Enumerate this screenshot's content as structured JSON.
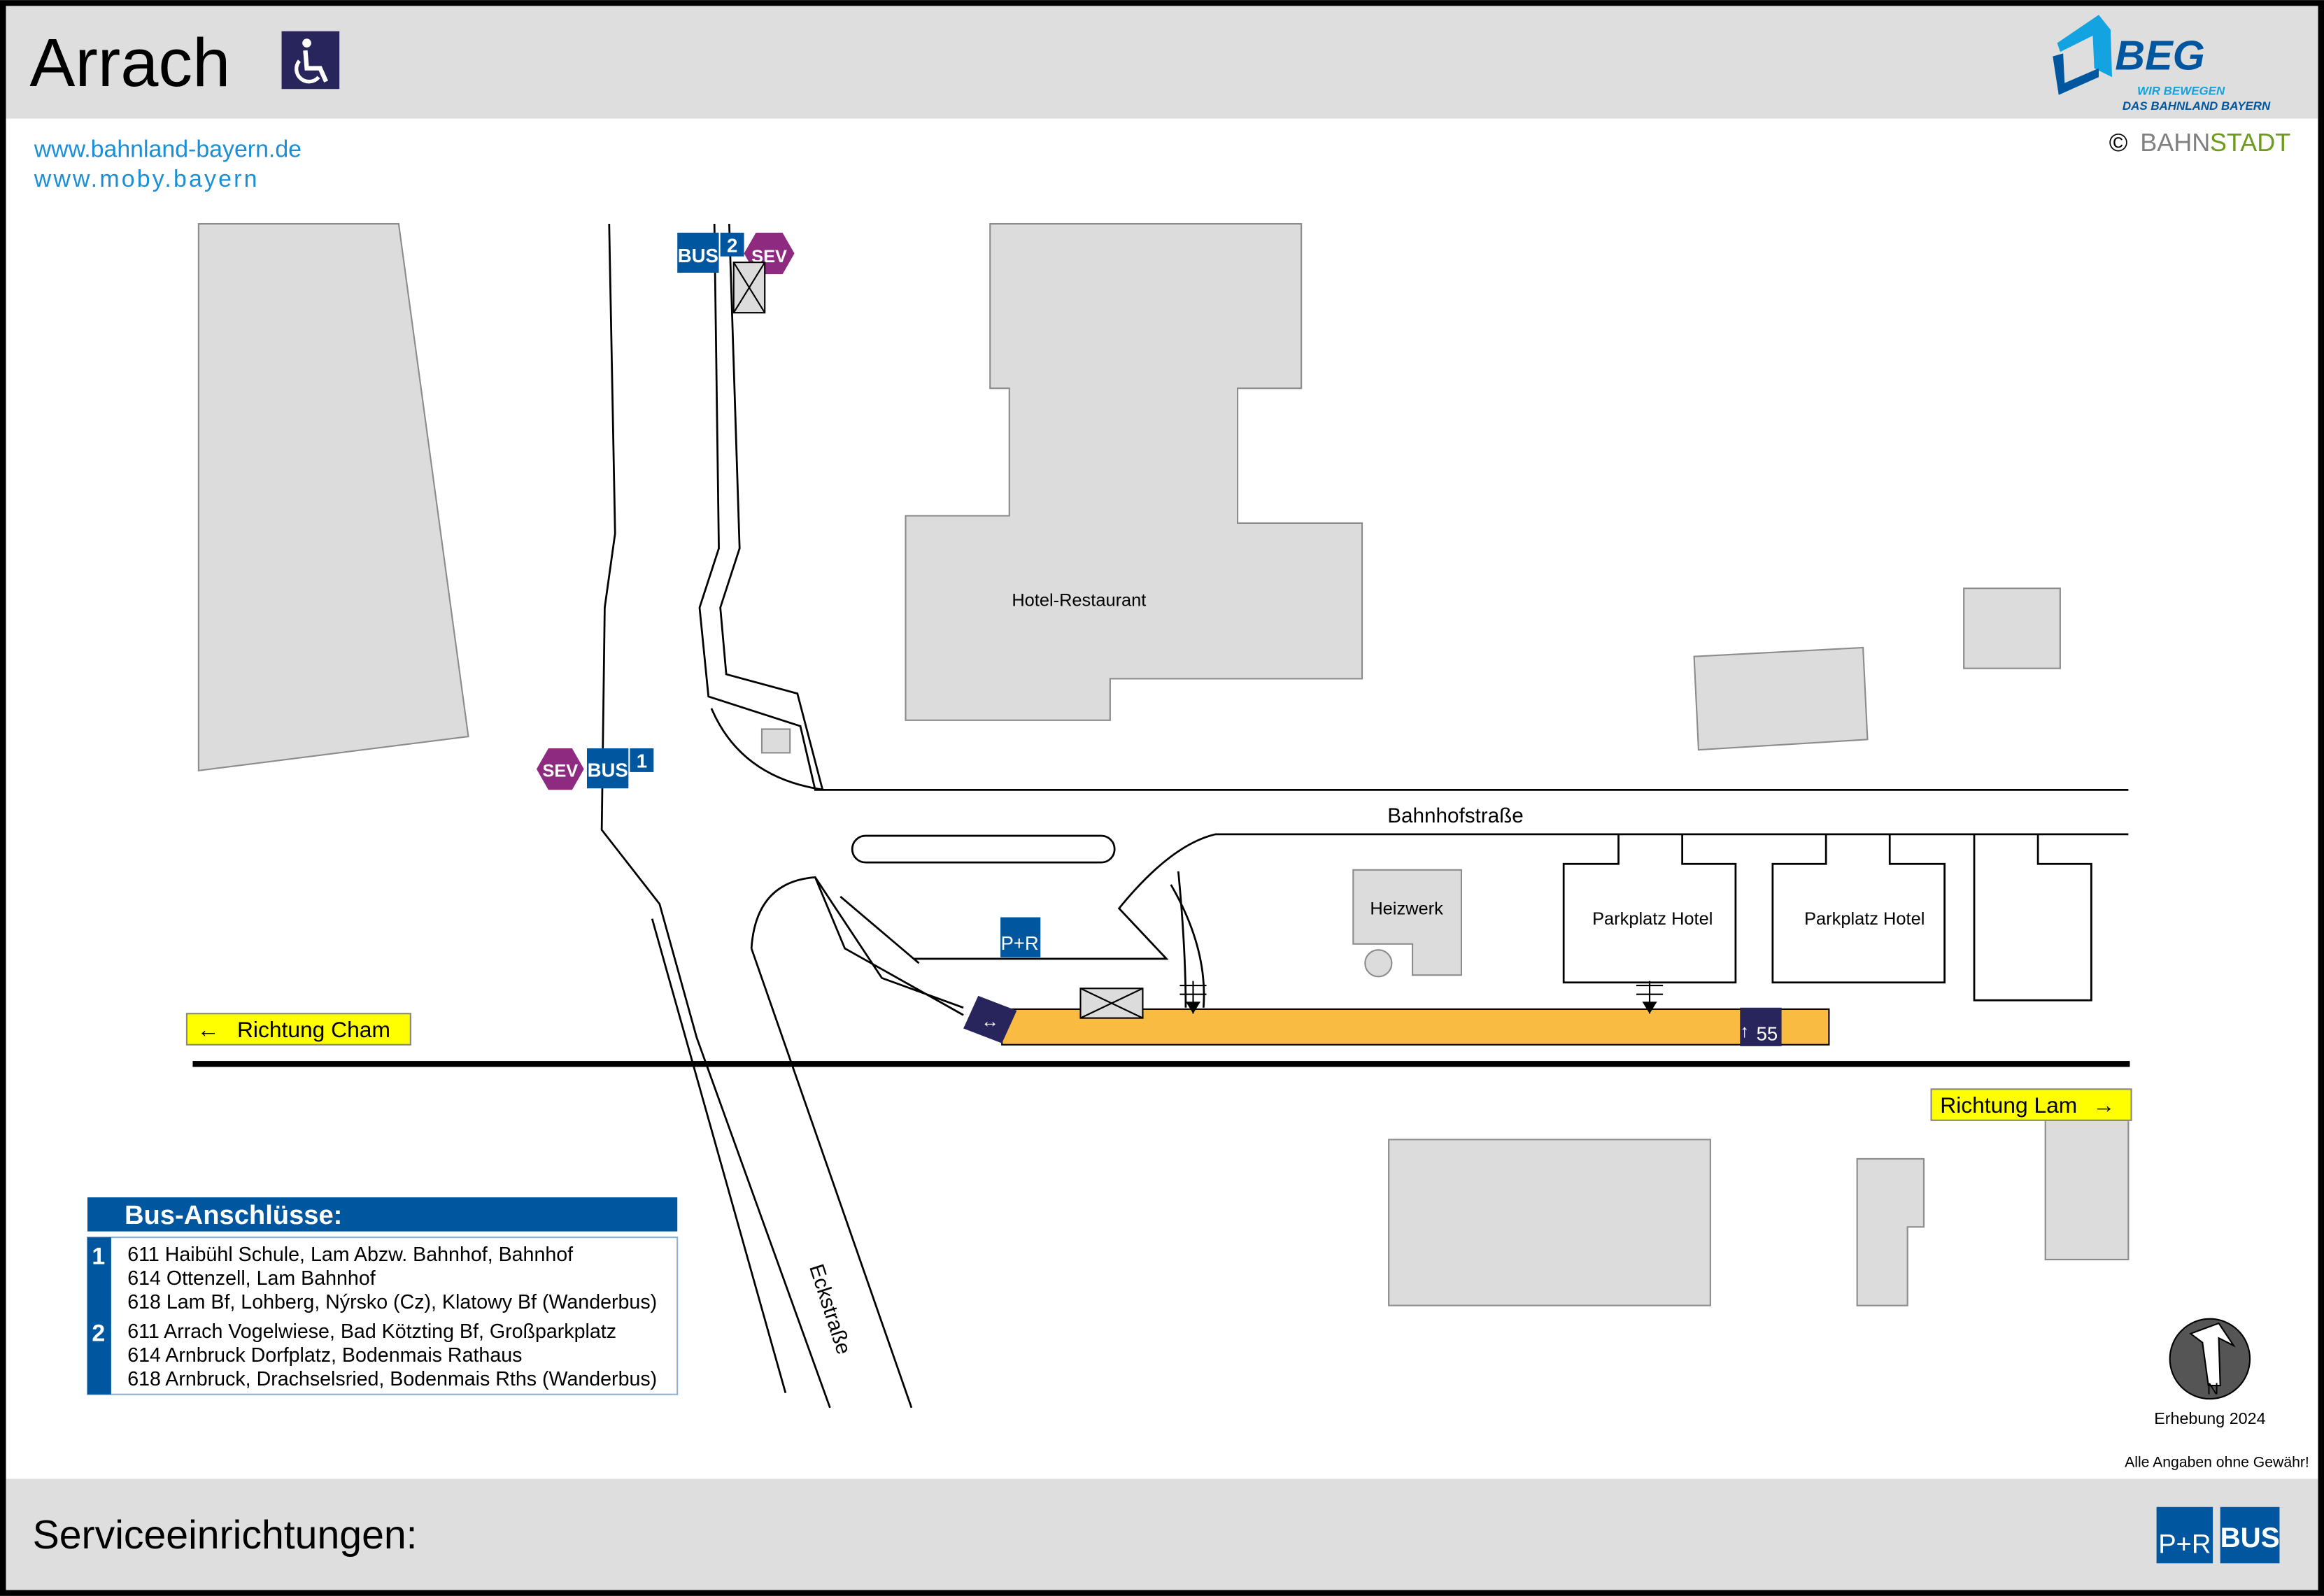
{
  "header": {
    "station_name": "Arrach",
    "accessibility_icon": "wheelchair-icon",
    "links": [
      "www.bahnland-bayern.de",
      "www.moby.bayern"
    ],
    "logo": {
      "name": "BEG",
      "tagline_1": "WIR BEWEGEN",
      "tagline_2": "DAS BAHNLAND BAYERN"
    },
    "copyright": {
      "symbol": "©",
      "part1": "BAHN",
      "part2": "STADT"
    }
  },
  "map": {
    "labels": {
      "hotel": "Hotel-Restaurant",
      "street_main": "Bahnhofstraße",
      "street_side": "Eckstraße",
      "heizwerk": "Heizwerk",
      "parking_1": "Parkplatz Hotel",
      "parking_2": "Parkplatz Hotel"
    },
    "directions": {
      "west": "Richtung Cham",
      "east": "Richtung Lam"
    },
    "stops": {
      "bus": "BUS",
      "sev": "SEV",
      "stop_1": "1",
      "stop_2": "2",
      "park_ride": "P+R"
    },
    "platform_height": "55",
    "survey": "Erhebung 2024",
    "disclaimer": "Alle Angaben ohne Gewähr!",
    "north": "N"
  },
  "bus_connections": {
    "title": "Bus-Anschlüsse:",
    "groups": [
      {
        "stop": "1",
        "lines": [
          "611 Haibühl Schule, Lam Abzw. Bahnhof, Bahnhof",
          "614 Ottenzell, Lam Bahnhof",
          "618 Lam Bf, Lohberg, Nýrsko (Cz), Klatowy Bf (Wanderbus)"
        ]
      },
      {
        "stop": "2",
        "lines": [
          "611 Arrach Vogelwiese, Bad Kötzting Bf, Großparkplatz",
          "614 Arnbruck Dorfplatz, Bodenmais Rathaus",
          "618 Arnbruck, Drachselsried, Bodenmais Rths (Wanderbus)"
        ]
      }
    ]
  },
  "footer": {
    "title": "Serviceeinrichtungen:",
    "icons": [
      "P+R",
      "BUS"
    ]
  },
  "colors": {
    "blue": "#0057a0",
    "light_blue": "#12a3e0",
    "platform": "#f9bb42",
    "sev": "#8e2a80",
    "yellow": "#ffff00",
    "navy": "#28245c",
    "green": "#6e9a1e"
  }
}
